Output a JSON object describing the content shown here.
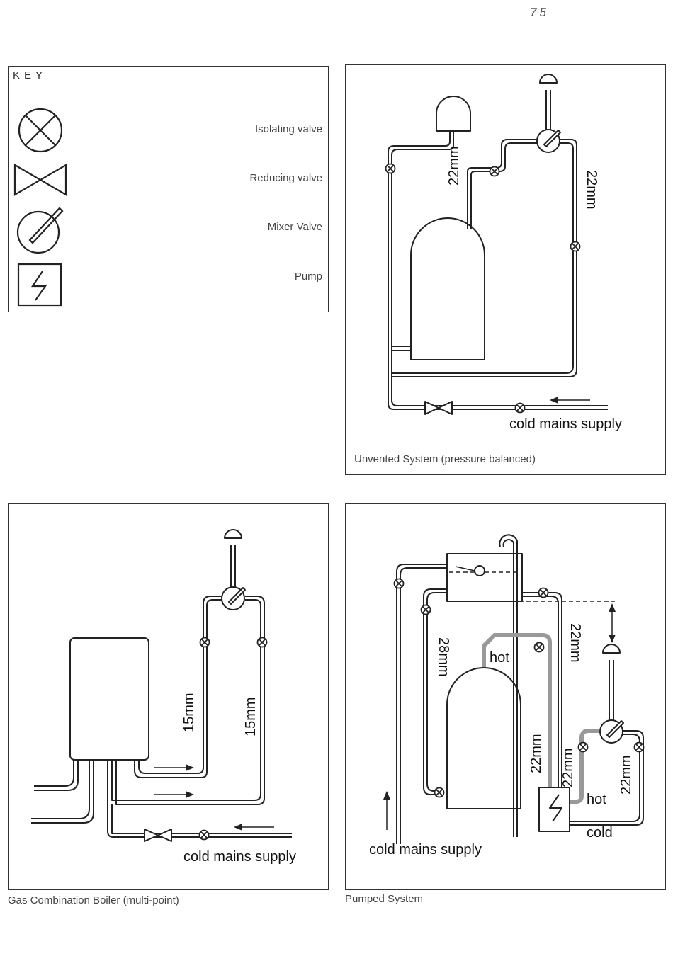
{
  "page_number": "75",
  "key": {
    "title": "KEY",
    "items": [
      {
        "icon": "isolating-valve-icon",
        "label": "Isolating valve"
      },
      {
        "icon": "reducing-valve-icon",
        "label": "Reducing valve"
      },
      {
        "icon": "mixer-valve-icon",
        "label": "Mixer Valve"
      },
      {
        "icon": "pump-icon",
        "label": "Pump"
      }
    ]
  },
  "unvented": {
    "caption": "Unvented System (pressure balanced)",
    "label_22_left": "22mm",
    "label_22_right": "22mm",
    "cold_mains": "cold mains supply"
  },
  "gas": {
    "caption": "Gas Combination Boiler (multi-point)",
    "label_15_left": "15mm",
    "label_15_right": "15mm",
    "cold_mains": "cold mains supply"
  },
  "pumped": {
    "caption": "Pumped System",
    "label_28": "28mm",
    "label_22_top": "22mm",
    "label_22_mid": "22mm",
    "label_22_pump": "22mm",
    "label_22_right": "22mm",
    "hot_top": "hot",
    "hot_bottom": "hot",
    "cold": "cold",
    "cold_mains": "cold mains supply"
  }
}
